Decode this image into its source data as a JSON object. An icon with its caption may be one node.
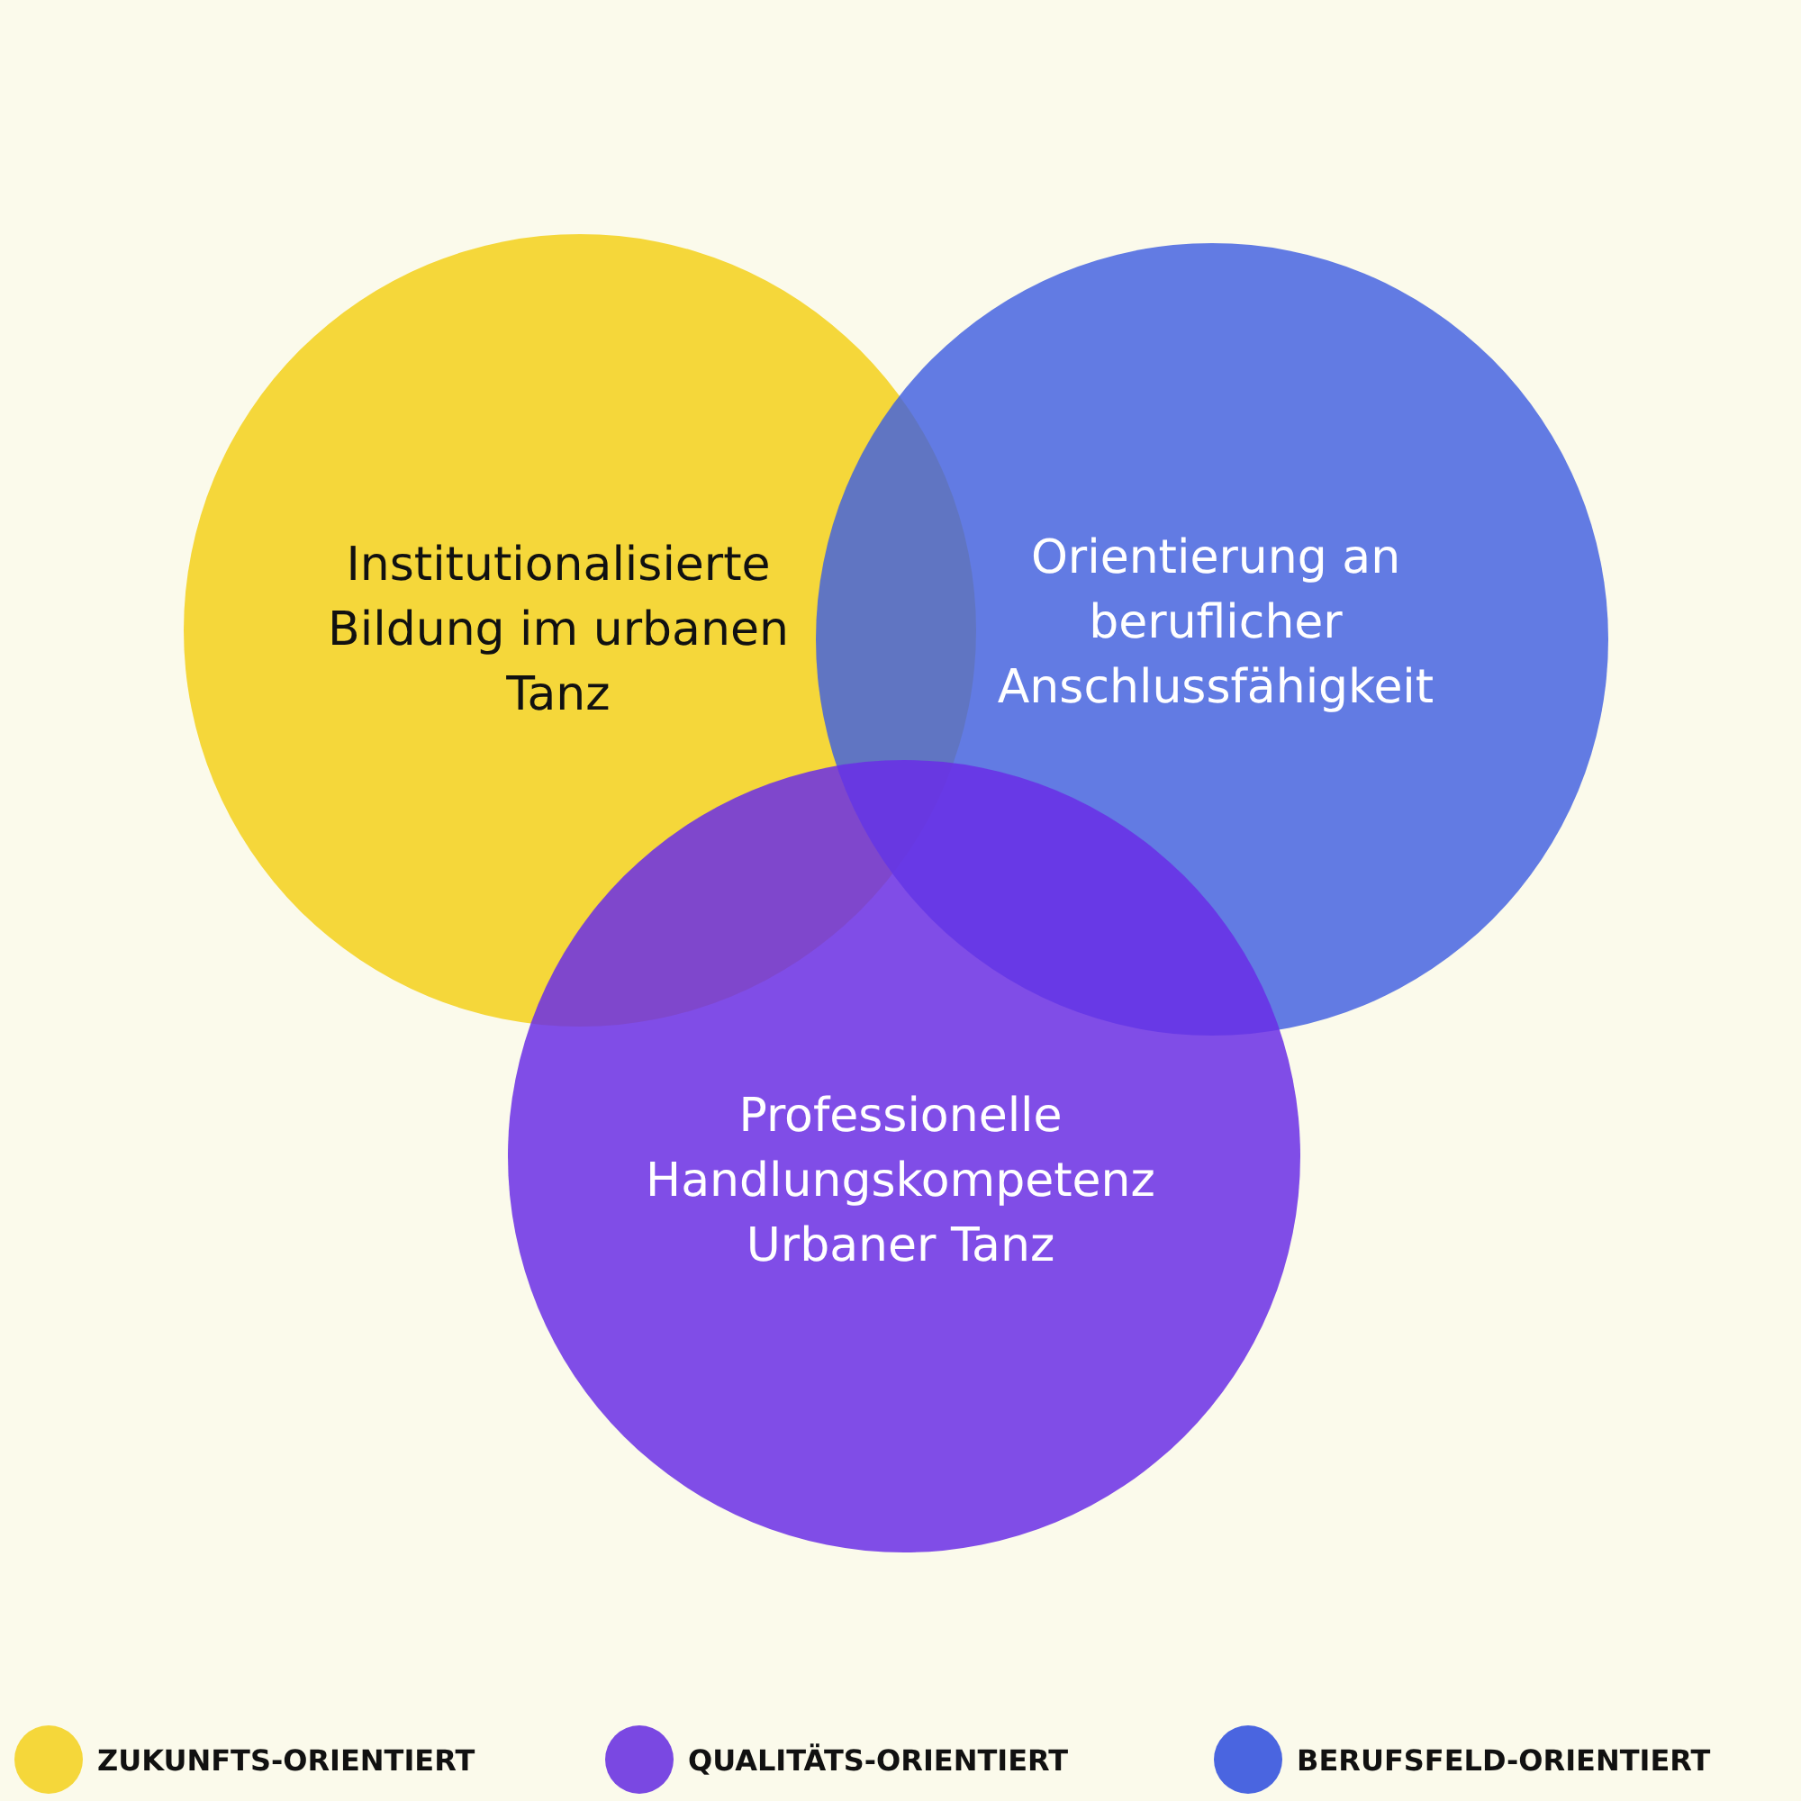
{
  "diagram": {
    "nodes": [
      {
        "text": [
          "Institutionalisierte Bildung im urbanen Tanz"
        ]
      },
      {
        "text": [
          "Orientierung an beruflicher Anschlussfähigkeit"
        ]
      },
      {
        "text": [
          "Professionelle Handlungskompetenz Urbaner Tanz"
        ]
      }
    ],
    "legend": [
      {
        "text": "ZUKUNFTS-ORIENTIERT",
        "color": "#f5d73a"
      },
      {
        "text": "QUALITÄTS-ORIENTIERT",
        "color": "#7a48e2"
      },
      {
        "text": "BERUFSFELD-ORIENTIERT",
        "color": "#4a65e0"
      }
    ]
  }
}
